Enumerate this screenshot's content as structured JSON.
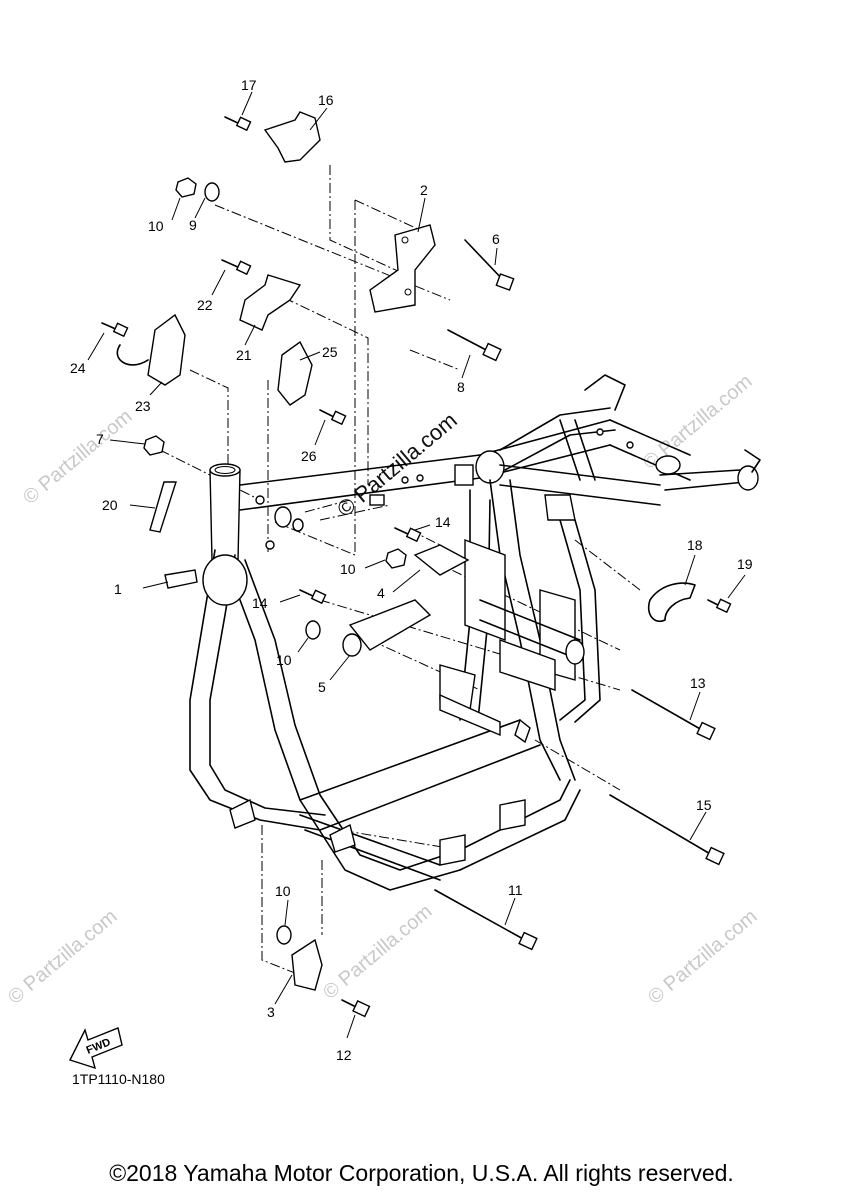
{
  "diagram_ref": "1TP1110-N180",
  "copyright": "©2018 Yamaha Motor Corporation, U.S.A. All rights reserved.",
  "watermark": "© Partzilla.com",
  "fwd_label": "FWD",
  "callouts": [
    "1",
    "2",
    "3",
    "4",
    "5",
    "6",
    "7",
    "8",
    "9",
    "10",
    "10",
    "10",
    "10",
    "11",
    "12",
    "13",
    "14",
    "14",
    "15",
    "16",
    "17",
    "18",
    "19",
    "20",
    "21",
    "22",
    "23",
    "24",
    "25",
    "26"
  ]
}
